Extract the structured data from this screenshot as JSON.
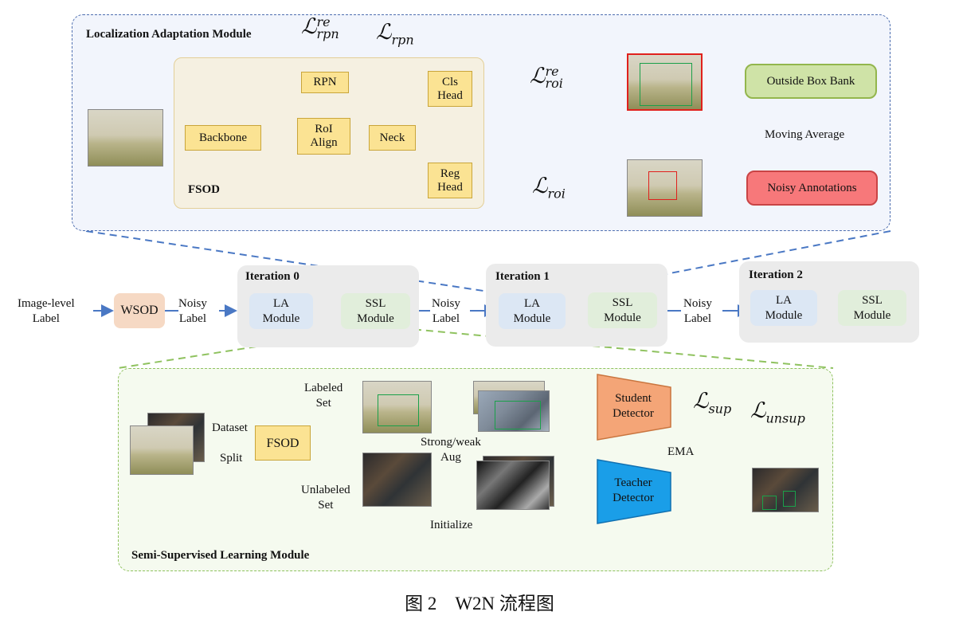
{
  "la_module": {
    "title": "Localization Adaptation Module",
    "fsod_label": "FSOD",
    "backbone": "Backbone",
    "rpn": "RPN",
    "roi_align": [
      "RoI",
      "Align"
    ],
    "neck": "Neck",
    "cls_head": [
      "Cls",
      "Head"
    ],
    "reg_head": [
      "Reg",
      "Head"
    ],
    "loss_rpn_re": {
      "sym": "ℒ",
      "sub": "rpn",
      "sup": "re"
    },
    "loss_rpn": {
      "sym": "ℒ",
      "sub": "rpn"
    },
    "loss_roi_re": {
      "sym": "ℒ",
      "sub": "roi",
      "sup": "re"
    },
    "loss_roi": {
      "sym": "ℒ",
      "sub": "roi"
    },
    "outside_box_bank": "Outside Box Bank",
    "moving_average": "Moving Average",
    "noisy_annotations": "Noisy Annotations"
  },
  "pipeline": {
    "image_level_label": [
      "Image-level",
      "Label"
    ],
    "wsod": "WSOD",
    "noisy_label": [
      "Noisy",
      "Label"
    ],
    "iterations": [
      {
        "title": "Iteration 0",
        "la": [
          "LA",
          "Module"
        ],
        "ssl": [
          "SSL",
          "Module"
        ]
      },
      {
        "title": "Iteration 1",
        "la": [
          "LA",
          "Module"
        ],
        "ssl": [
          "SSL",
          "Module"
        ]
      },
      {
        "title": "Iteration 2",
        "la": [
          "LA",
          "Module"
        ],
        "ssl": [
          "SSL",
          "Module"
        ]
      }
    ]
  },
  "ssl_module": {
    "title": "Semi-Supervised Learning Module",
    "dataset_split": [
      "Dataset",
      "Split"
    ],
    "fsod": "FSOD",
    "labeled_set": [
      "Labeled",
      "Set"
    ],
    "unlabeled_set": [
      "Unlabeled",
      "Set"
    ],
    "strong_weak_aug": [
      "Strong/weak",
      "Aug"
    ],
    "student_detector": [
      "Student",
      "Detector"
    ],
    "teacher_detector": [
      "Teacher",
      "Detector"
    ],
    "ema": "EMA",
    "initialize": "Initialize",
    "loss_sup": {
      "sym": "ℒ",
      "sub": "sup"
    },
    "loss_unsup": {
      "sym": "ℒ",
      "sub": "unsup"
    }
  },
  "caption": "图 2　W2N 流程图",
  "colors": {
    "blue_arrow": "#4a78c4",
    "red_arrow": "#e0201c",
    "green_arrow": "#1aa04a",
    "orange_dashed": "#f0b400",
    "student_fill": "#f4a577",
    "teacher_fill": "#1a9ee8",
    "outside_bank_fill": "#cfe3a7",
    "noisy_ann_fill": "#f7787a"
  }
}
